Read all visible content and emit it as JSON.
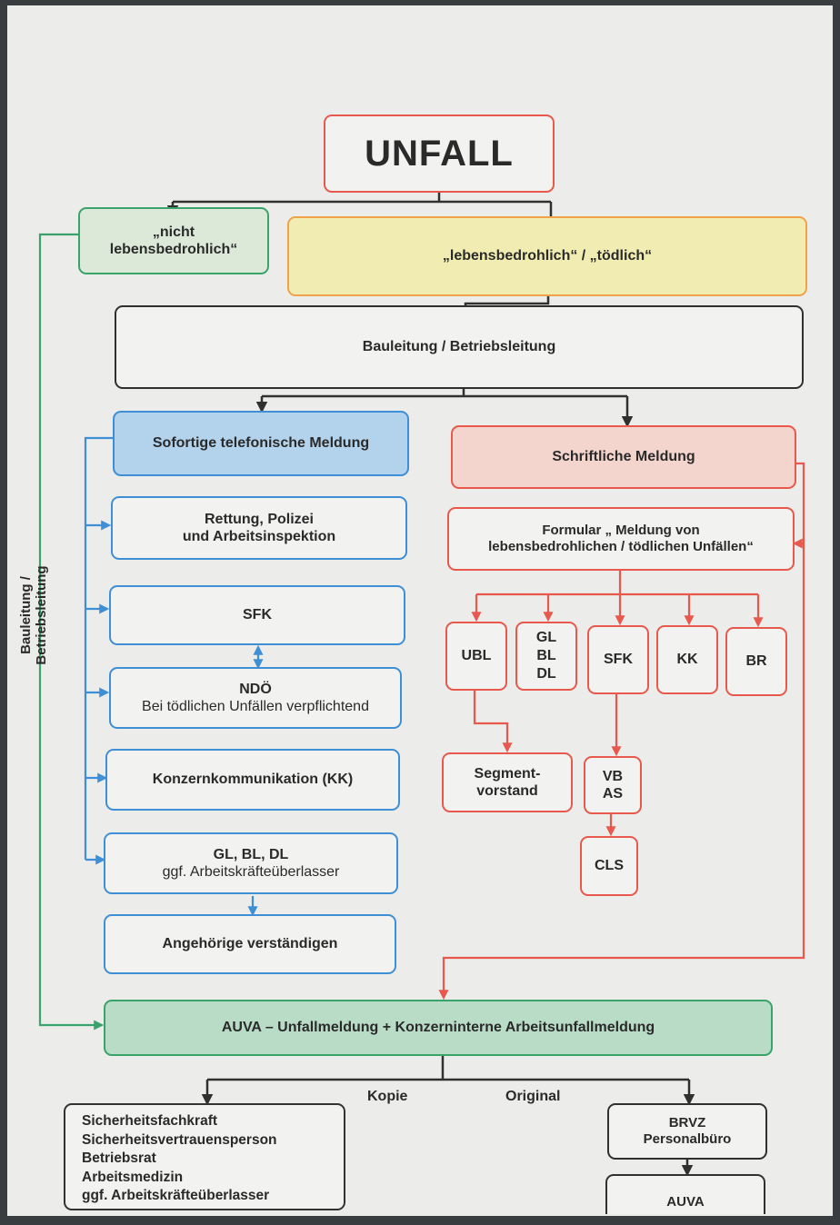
{
  "unfall": "UNFALL",
  "nicht_lebensbedrohlich": [
    "„nicht",
    "lebensbedrohlich“"
  ],
  "lebensbedrohlich": "„lebensbedrohlich“ / „tödlich“",
  "bauleitung": "Bauleitung / Betriebsleitung",
  "side_label": "Bauleitung / Betriebsleitung",
  "left_branch": {
    "header": "Sofortige telefonische Meldung",
    "rettung": [
      "Rettung, Polizei",
      "und Arbeitsinspektion"
    ],
    "sfk": "SFK",
    "ndoe_title": "NDÖ",
    "ndoe_sub": "Bei tödlichen Unfällen verpflichtend",
    "kk": "Konzernkommunikation (KK)",
    "gl_title": "GL, BL, DL",
    "gl_sub": "ggf. Arbeitskräfteüberlasser",
    "angehoerige": "Angehörige verständigen"
  },
  "right_branch": {
    "header": "Schriftliche Meldung",
    "formular": [
      "Formular „ Meldung von",
      "lebensbedrohlichen / tödlichen Unfällen“"
    ],
    "ubl": "UBL",
    "glbldl": [
      "GL",
      "BL",
      "DL"
    ],
    "sfk": "SFK",
    "kk": "KK",
    "br": "BR",
    "segment": [
      "Segment-",
      "vorstand"
    ],
    "vbas": [
      "VB",
      "AS"
    ],
    "cls": "CLS"
  },
  "auva_meldung": "AUVA – Unfallmeldung + Konzerninterne Arbeitsunfallmeldung",
  "kopie": "Kopie",
  "original": "Original",
  "recipients": [
    "Sicherheitsfachkraft",
    "Sicherheitsvertrauensperson",
    "Betriebsrat",
    "Arbeitsmedizin",
    "ggf. Arbeitskräfteüberlasser"
  ],
  "brvz": [
    "BRVZ",
    "Personalbüro"
  ],
  "auva": "AUVA"
}
